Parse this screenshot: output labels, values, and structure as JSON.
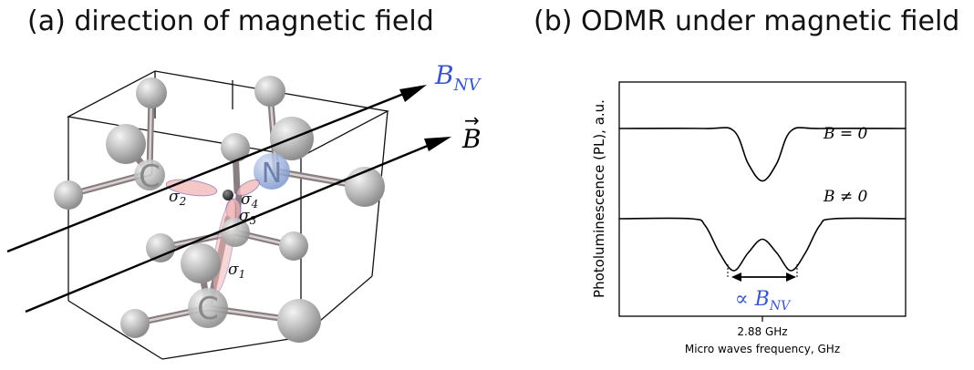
{
  "panel_a": {
    "title": "(a) direction of magnetic field",
    "field_label_nv": "B",
    "field_label_nv_sub": "NV",
    "field_label_b": "B",
    "atom_c_label": "C",
    "atom_n_label": "N",
    "sigma_1": "σ",
    "sigma_1_sub": "1",
    "sigma_2": "σ",
    "sigma_2_sub": "2",
    "sigma_3": "σ",
    "sigma_3_sub": "3",
    "sigma_4": "σ",
    "sigma_4_sub": "4",
    "colors": {
      "atom": "#bdbdbd",
      "nitrogen": "#8fa8d8",
      "orbital": "#f3b5b5",
      "bnv_label": "#3a57c9"
    }
  },
  "panel_b": {
    "title": "(b) ODMR under magnetic field",
    "ylabel": "Photoluminescence (PL), a.u.",
    "xlabel": "Micro waves frequency, GHz",
    "xtick": "2.88 GHz",
    "curve_top_label": "B = 0",
    "curve_bottom_label": "B ≠ 0",
    "split_label_prefix": "∝ ",
    "split_label_b": "B",
    "split_label_sub": "NV"
  },
  "chart_data": {
    "type": "line",
    "xlabel": "Micro waves frequency, GHz",
    "ylabel": "Photoluminescence (PL), a.u.",
    "x_ticks": [
      "2.88 GHz"
    ],
    "series": [
      {
        "name": "B = 0",
        "x": [
          0,
          0.3,
          0.4,
          0.45,
          0.5,
          0.55,
          0.6,
          0.7,
          1
        ],
        "y": [
          1,
          1,
          0.98,
          0.7,
          0.55,
          0.7,
          0.98,
          1,
          1
        ]
      },
      {
        "name": "B ≠ 0",
        "x": [
          0,
          0.25,
          0.3,
          0.35,
          0.4,
          0.45,
          0.5,
          0.55,
          0.6,
          0.65,
          0.7,
          0.75,
          1
        ],
        "y": [
          1,
          1,
          0.95,
          0.75,
          0.62,
          0.75,
          0.85,
          0.75,
          0.62,
          0.75,
          0.95,
          1,
          1
        ]
      }
    ]
  }
}
